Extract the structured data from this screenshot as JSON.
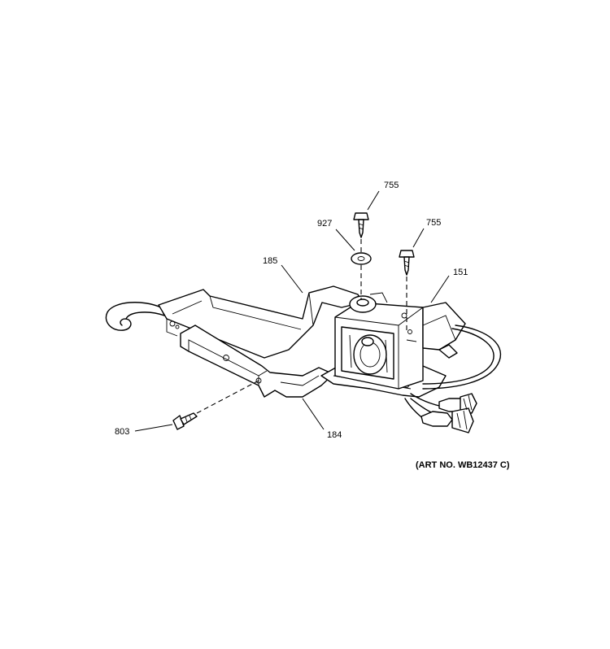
{
  "labels": {
    "p755a": "755",
    "p927": "927",
    "p755b": "755",
    "p185": "185",
    "p151": "151",
    "p803": "803",
    "p184": "184"
  },
  "art_no": "(ART NO. WB12437 C)"
}
